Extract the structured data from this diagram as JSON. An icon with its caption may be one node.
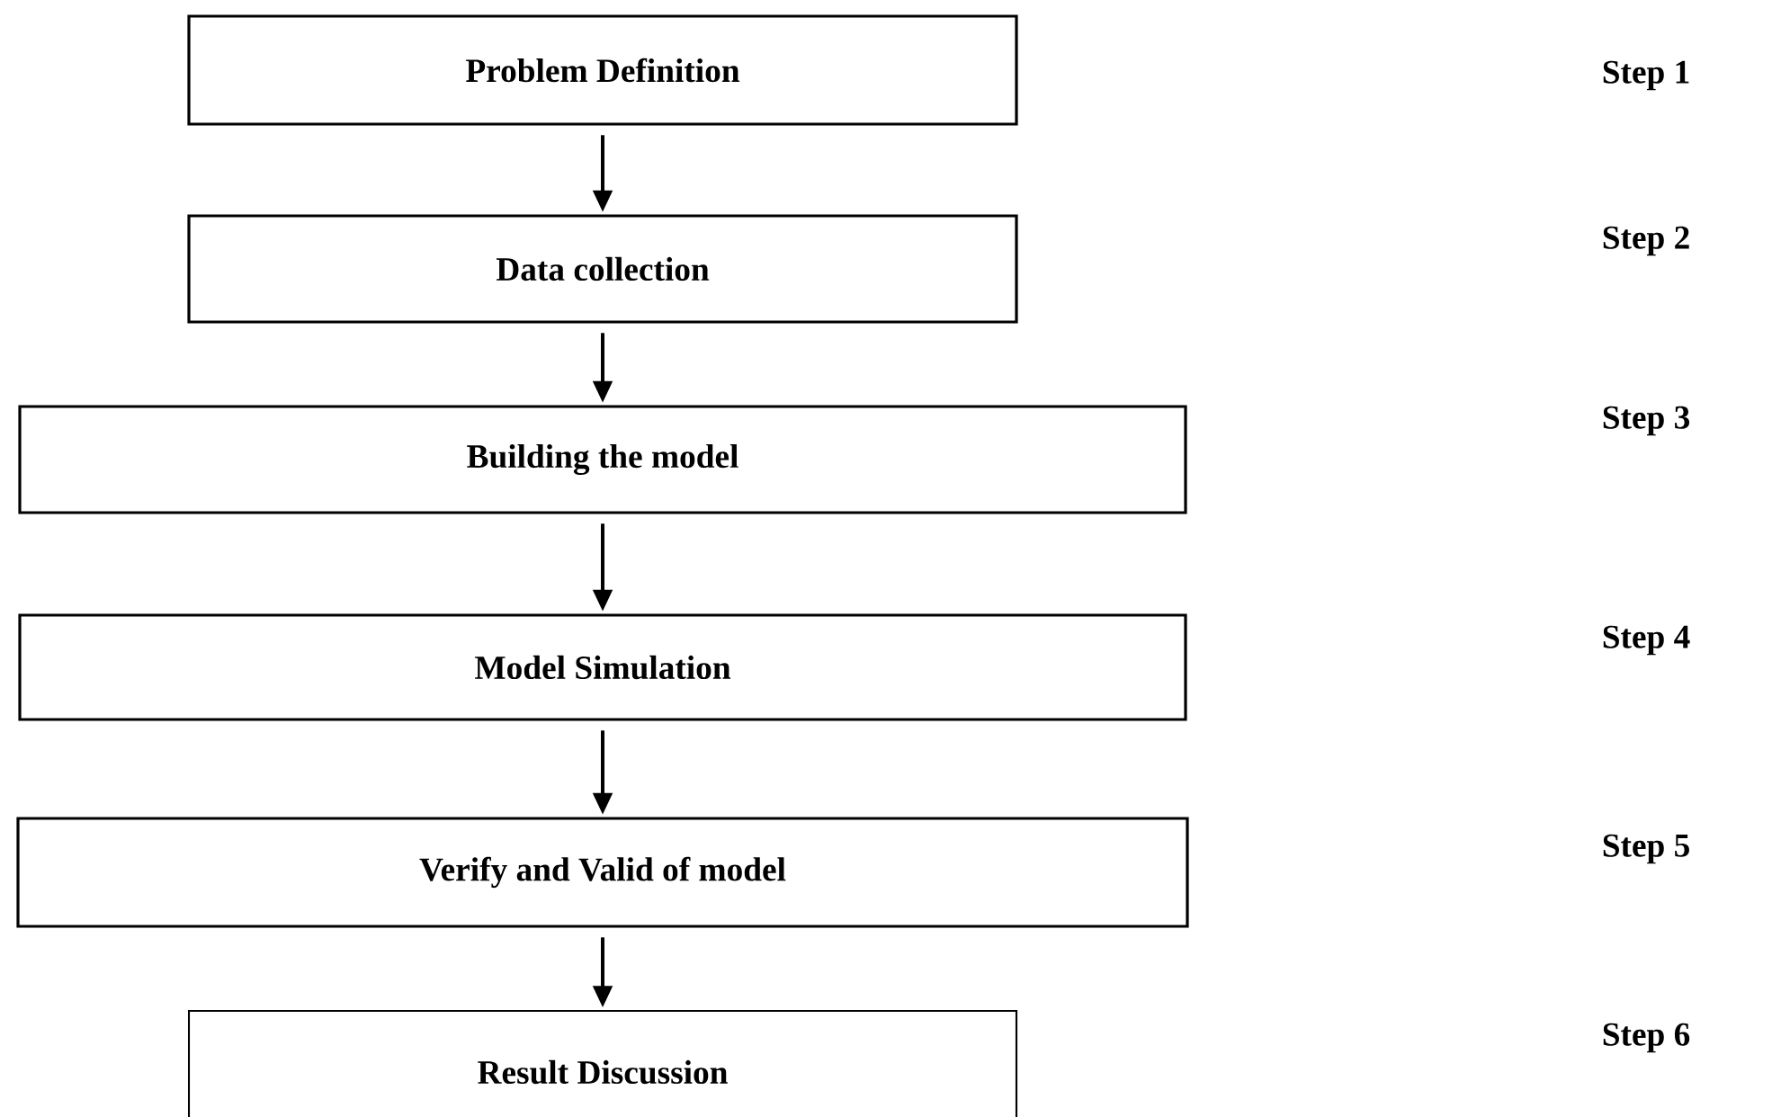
{
  "diagram": {
    "nodes": [
      {
        "text": [
          "Problem Definition"
        ]
      },
      {
        "text": [
          "Data collection"
        ]
      },
      {
        "text": [
          "Building the model"
        ]
      },
      {
        "text": [
          "Model Simulation"
        ]
      },
      {
        "text": [
          "Verify and Valid of model"
        ]
      },
      {
        "text": [
          "Result Discussion"
        ]
      }
    ],
    "edges": [
      {
        "from": 0,
        "to": 1,
        "arrow": "to"
      },
      {
        "from": 1,
        "to": 2,
        "arrow": "to"
      },
      {
        "from": 2,
        "to": 3,
        "arrow": "to"
      },
      {
        "from": 3,
        "to": 4,
        "arrow": "to"
      },
      {
        "from": 4,
        "to": 5,
        "arrow": "to"
      }
    ],
    "labels": [
      "Step 1",
      "Step 2",
      "Step 3",
      "Step 4",
      "Step 5",
      "Step 6"
    ]
  }
}
